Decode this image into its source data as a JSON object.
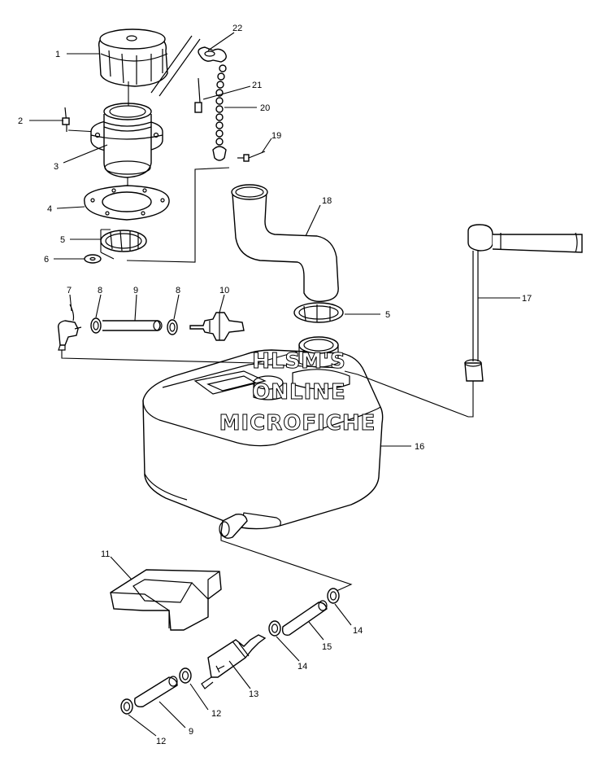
{
  "watermark": {
    "line1": "HLSM'S",
    "line2": "ONLINE",
    "line3": "MICROFICHE"
  },
  "callouts": [
    {
      "id": "c1",
      "text": "1"
    },
    {
      "id": "c2",
      "text": "2"
    },
    {
      "id": "c3",
      "text": "3"
    },
    {
      "id": "c4",
      "text": "4"
    },
    {
      "id": "c5a",
      "text": "5"
    },
    {
      "id": "c6",
      "text": "6"
    },
    {
      "id": "c7",
      "text": "7"
    },
    {
      "id": "c8a",
      "text": "8"
    },
    {
      "id": "c9a",
      "text": "9"
    },
    {
      "id": "c8b",
      "text": "8"
    },
    {
      "id": "c10",
      "text": "10"
    },
    {
      "id": "c22",
      "text": "22"
    },
    {
      "id": "c21",
      "text": "21"
    },
    {
      "id": "c20",
      "text": "20"
    },
    {
      "id": "c19",
      "text": "19"
    },
    {
      "id": "c18",
      "text": "18"
    },
    {
      "id": "c5b",
      "text": "5"
    },
    {
      "id": "c17",
      "text": "17"
    },
    {
      "id": "c16",
      "text": "16"
    },
    {
      "id": "c11",
      "text": "11"
    },
    {
      "id": "c14a",
      "text": "14"
    },
    {
      "id": "c15",
      "text": "15"
    },
    {
      "id": "c14b",
      "text": "14"
    },
    {
      "id": "c13",
      "text": "13"
    },
    {
      "id": "c12a",
      "text": "12"
    },
    {
      "id": "c9b",
      "text": "9"
    },
    {
      "id": "c12b",
      "text": "12"
    }
  ]
}
